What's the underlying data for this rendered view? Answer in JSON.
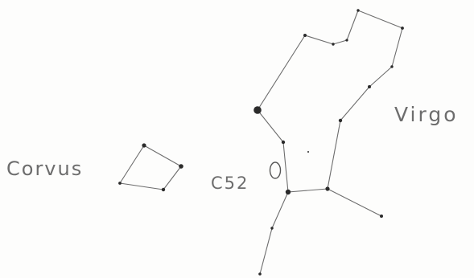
{
  "constellations": {
    "corvus": {
      "name": "Corvus"
    },
    "virgo": {
      "name": "Virgo"
    }
  },
  "object_label": "C52",
  "colors": {
    "ink": "#6d6d6d",
    "paper": "#fdfdfc",
    "star": "#2b2b2b"
  }
}
